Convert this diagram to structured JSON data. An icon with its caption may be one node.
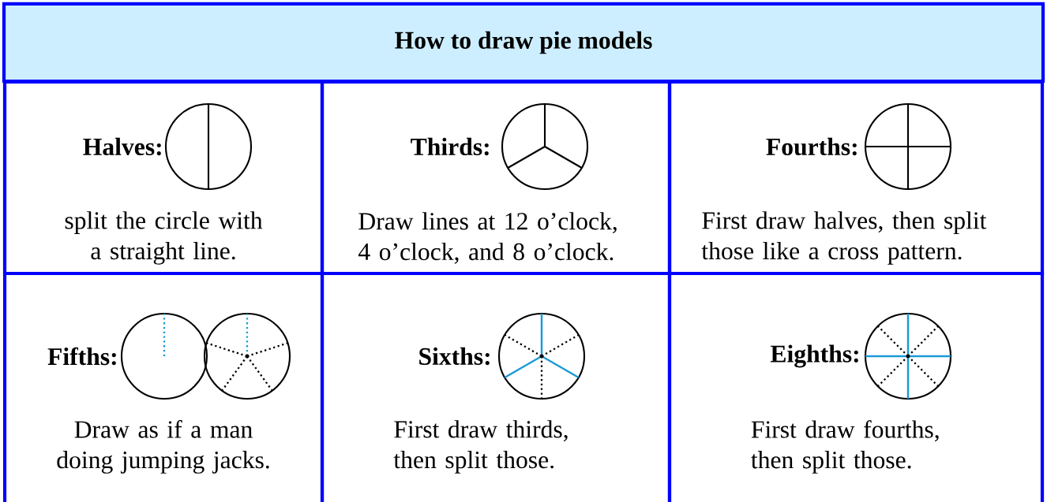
{
  "diagram": {
    "nodes": [
      {
        "text": [
          "How to draw pie models"
        ]
      },
      {
        "text": [
          "Halves:",
          "split the circle with a straight line."
        ]
      },
      {
        "text": [
          "Thirds:",
          "Draw lines at 12 o’clock, 4 o’clock, and 8 o’clock."
        ]
      },
      {
        "text": [
          "Fourths:",
          "First draw halves, then split those like a cross pattern."
        ]
      },
      {
        "text": [
          "Fifths:",
          "Draw as if a man doing jumping jacks."
        ]
      },
      {
        "text": [
          "Sixths:",
          "First draw thirds, then split those."
        ]
      },
      {
        "text": [
          "Eighths:",
          "First draw fourths, then split those."
        ]
      }
    ]
  }
}
